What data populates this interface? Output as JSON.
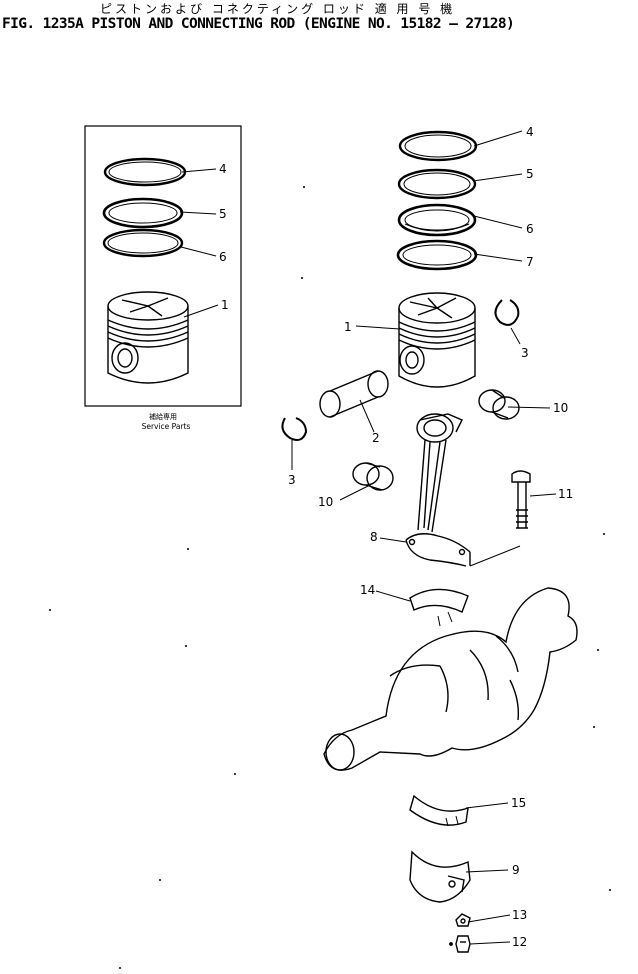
{
  "header": {
    "japanese_title": "ピストンおよび コネクティング ロッド 適 用 号 機",
    "english_title": "FIG. 1235A  PISTON AND CONNECTING ROD (ENGINE NO. 15182 — 27128)"
  },
  "service_box": {
    "caption_jp": "補給専用",
    "caption_en": "Service Parts",
    "callouts": [
      "4",
      "5",
      "6",
      "1"
    ]
  },
  "main_callouts": {
    "ring_4": "4",
    "ring_5": "5",
    "ring_6": "6",
    "ring_7": "7",
    "piston": "1",
    "snap_ring_right": "3",
    "pin": "2",
    "snap_ring_left": "3",
    "bushing_right": "10",
    "bushing_left": "10",
    "bolt": "11",
    "rod": "8",
    "bearing_upper": "14",
    "bearing_lower": "15",
    "cap": "9",
    "washer": "13",
    "nut": "12"
  }
}
